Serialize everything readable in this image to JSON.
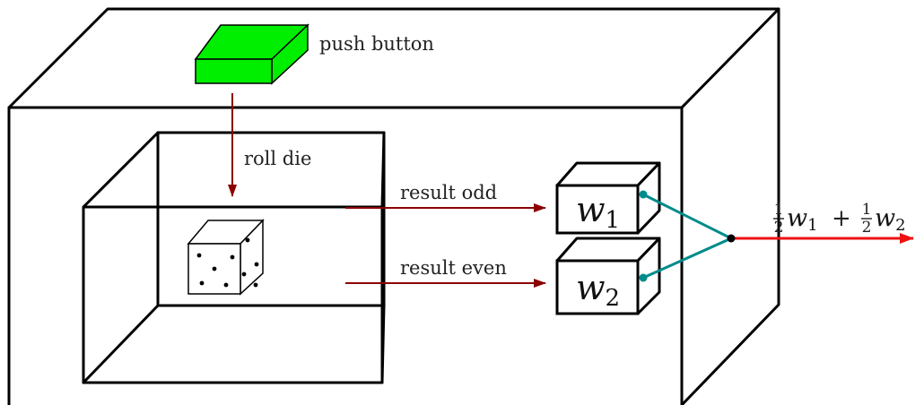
{
  "labels": {
    "push_button": "push button",
    "roll_die": "roll die",
    "result_odd": "result odd",
    "result_even": "result even",
    "w1_base": "w",
    "w1_sub": "1",
    "w2_base": "w",
    "w2_sub": "2",
    "output": {
      "frac_num": "1",
      "frac_den": "2",
      "term1_base": "w",
      "term1_sub": "1",
      "plus": "+",
      "term2_base": "w",
      "term2_sub": "2"
    }
  },
  "colors": {
    "button": "#00ee00",
    "control_arrow": "#8b0000",
    "output_arrow": "#ee1111",
    "connector": "#008b8b",
    "junction": "#000000"
  }
}
